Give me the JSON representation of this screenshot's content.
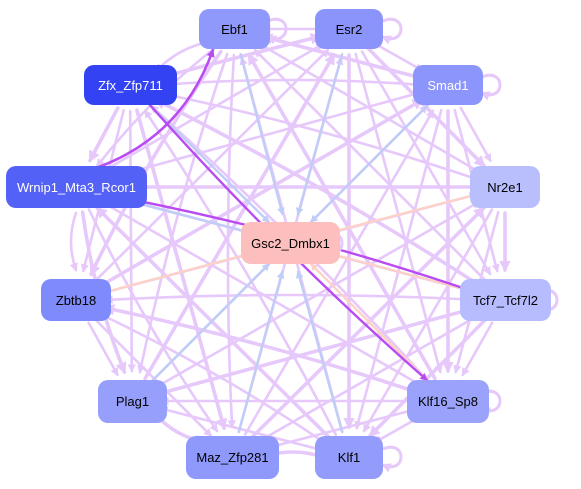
{
  "graph": {
    "nodes": [
      {
        "id": "ebf1",
        "label": "Ebf1",
        "fill": "#8f98fb",
        "text_color": "#000000"
      },
      {
        "id": "esr2",
        "label": "Esr2",
        "fill": "#8b94fb",
        "text_color": "#000000"
      },
      {
        "id": "zfx",
        "label": "Zfx_Zfp711",
        "fill": "#3342f3",
        "text_color": "#ffffff"
      },
      {
        "id": "smad1",
        "label": "Smad1",
        "fill": "#8c95fb",
        "text_color": "#ffffff"
      },
      {
        "id": "wrnip1",
        "label": "Wrnip1_Mta3_Rcor1",
        "fill": "#5361f6",
        "text_color": "#ffffff"
      },
      {
        "id": "nr2e1",
        "label": "Nr2e1",
        "fill": "#b9bffd",
        "text_color": "#000000"
      },
      {
        "id": "gsc2",
        "label": "Gsc2_Dmbx1",
        "fill": "#fcbfbe",
        "text_color": "#000000"
      },
      {
        "id": "zbtb18",
        "label": "Zbtb18",
        "fill": "#7f8bfa",
        "text_color": "#000000"
      },
      {
        "id": "tcf7",
        "label": "Tcf7_Tcf7l2",
        "fill": "#b6bcfd",
        "text_color": "#000000"
      },
      {
        "id": "plag1",
        "label": "Plag1",
        "fill": "#969ffb",
        "text_color": "#000000"
      },
      {
        "id": "klf16",
        "label": "Klf16_Sp8",
        "fill": "#9aa2fb",
        "text_color": "#000000"
      },
      {
        "id": "maz",
        "label": "Maz_Zfp281",
        "fill": "#8f98fb",
        "text_color": "#000000"
      },
      {
        "id": "klf1",
        "label": "Klf1",
        "fill": "#939cfb",
        "text_color": "#000000"
      }
    ],
    "edge_colors": {
      "default": "#e6c8fb",
      "strong": "#b94bf2",
      "blue": "#bfcdf7",
      "peach": "#fcd2c7"
    }
  }
}
